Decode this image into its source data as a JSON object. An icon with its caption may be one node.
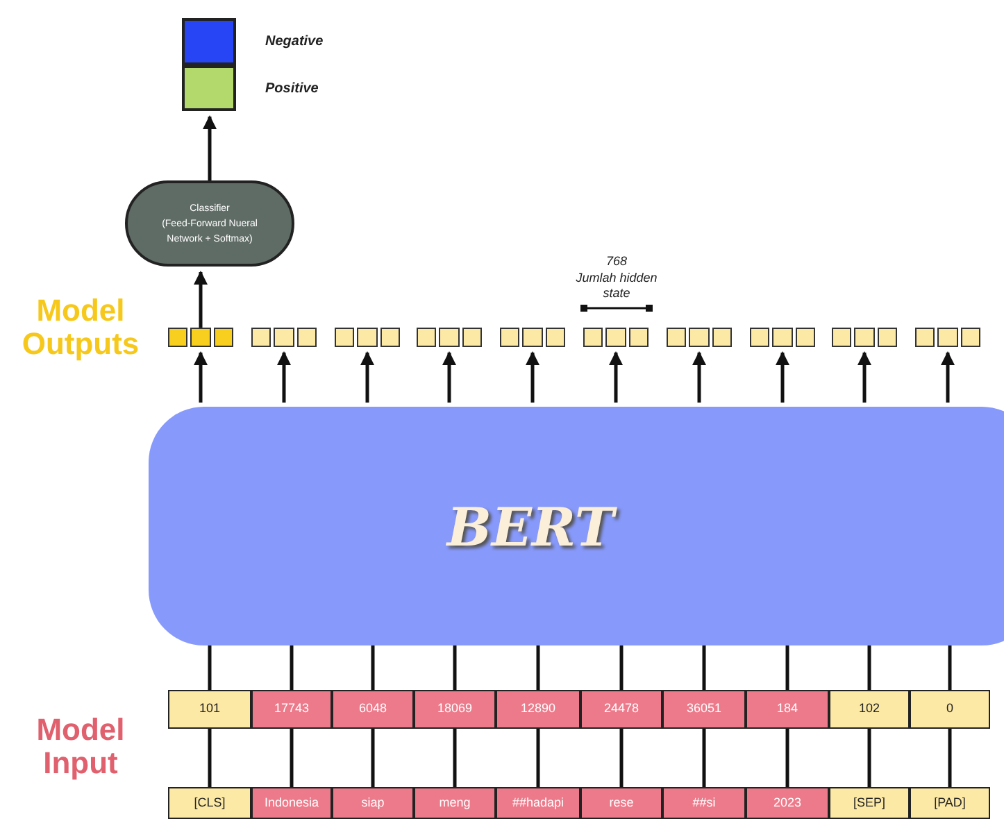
{
  "diagram": {
    "nodes": [
      {
        "text": [],
        "shape": "box",
        "beside": [
          "Negative"
        ]
      },
      {
        "text": [],
        "shape": "box",
        "beside": [
          "Positive"
        ]
      },
      {
        "text": [
          "Classifier",
          "(Feed-Forward Nueral Network + Softmax)"
        ]
      },
      {
        "text": [],
        "shape": "bar"
      },
      {
        "text": [],
        "shape": "bar"
      },
      {
        "text": [],
        "shape": "bar"
      },
      {
        "text": [],
        "shape": "bar"
      },
      {
        "text": [],
        "shape": "bar"
      },
      {
        "text": [],
        "shape": "bar"
      },
      {
        "text": [],
        "shape": "bar"
      },
      {
        "text": [],
        "shape": "bar"
      },
      {
        "text": [],
        "shape": "bar"
      },
      {
        "text": [],
        "shape": "bar"
      },
      {
        "text": [
          "BERT"
        ]
      },
      {
        "text": [
          "101"
        ]
      },
      {
        "text": [
          "17743"
        ]
      },
      {
        "text": [
          "6048"
        ]
      },
      {
        "text": [
          "18069"
        ]
      },
      {
        "text": [
          "12890"
        ]
      },
      {
        "text": [
          "24478"
        ]
      },
      {
        "text": [
          "36051"
        ]
      },
      {
        "text": [
          "184"
        ]
      },
      {
        "text": [
          "102"
        ]
      },
      {
        "text": [
          "0"
        ]
      },
      {
        "text": [
          "[CLS]"
        ]
      },
      {
        "text": [
          "Indonesia"
        ]
      },
      {
        "text": [
          "siap"
        ]
      },
      {
        "text": [
          "meng"
        ]
      },
      {
        "text": [
          "##hadapi"
        ]
      },
      {
        "text": [
          "rese"
        ]
      },
      {
        "text": [
          "##si"
        ]
      },
      {
        "text": [
          "2023"
        ]
      },
      {
        "text": [
          "[SEP]"
        ]
      },
      {
        "text": [
          "[PAD]"
        ]
      }
    ],
    "edges": [
      {
        "from": 2,
        "to": 1,
        "arrow": "to"
      },
      {
        "from": 3,
        "to": 2,
        "arrow": "to"
      },
      {
        "from": 13,
        "to": 3,
        "arrow": "to"
      },
      {
        "from": 13,
        "to": 4,
        "arrow": "to"
      },
      {
        "from": 13,
        "to": 5,
        "arrow": "to"
      },
      {
        "from": 13,
        "to": 6,
        "arrow": "to"
      },
      {
        "from": 13,
        "to": 7,
        "arrow": "to"
      },
      {
        "from": 13,
        "to": 8,
        "arrow": "to"
      },
      {
        "from": 13,
        "to": 9,
        "arrow": "to"
      },
      {
        "from": 13,
        "to": 10,
        "arrow": "to"
      },
      {
        "from": 13,
        "to": 11,
        "arrow": "to"
      },
      {
        "from": 13,
        "to": 12,
        "arrow": "to"
      },
      {
        "from": 14,
        "to": 13,
        "arrow": "none"
      },
      {
        "from": 15,
        "to": 13,
        "arrow": "none"
      },
      {
        "from": 16,
        "to": 13,
        "arrow": "none"
      },
      {
        "from": 17,
        "to": 13,
        "arrow": "none"
      },
      {
        "from": 18,
        "to": 13,
        "arrow": "none"
      },
      {
        "from": 19,
        "to": 13,
        "arrow": "none"
      },
      {
        "from": 20,
        "to": 13,
        "arrow": "none"
      },
      {
        "from": 21,
        "to": 13,
        "arrow": "none"
      },
      {
        "from": 22,
        "to": 13,
        "arrow": "none"
      },
      {
        "from": 23,
        "to": 13,
        "arrow": "none"
      },
      {
        "from": 24,
        "to": 14,
        "arrow": "none"
      },
      {
        "from": 25,
        "to": 15,
        "arrow": "none"
      },
      {
        "from": 26,
        "to": 16,
        "arrow": "none"
      },
      {
        "from": 27,
        "to": 17,
        "arrow": "none"
      },
      {
        "from": 28,
        "to": 18,
        "arrow": "none"
      },
      {
        "from": 29,
        "to": 19,
        "arrow": "none"
      },
      {
        "from": 30,
        "to": 20,
        "arrow": "none"
      },
      {
        "from": 31,
        "to": 21,
        "arrow": "none"
      },
      {
        "from": 32,
        "to": 22,
        "arrow": "none"
      },
      {
        "from": 33,
        "to": 23,
        "arrow": "none"
      }
    ],
    "labels": [
      "Model Outputs",
      "768",
      "Jumlah hidden state",
      "Model Input"
    ]
  }
}
